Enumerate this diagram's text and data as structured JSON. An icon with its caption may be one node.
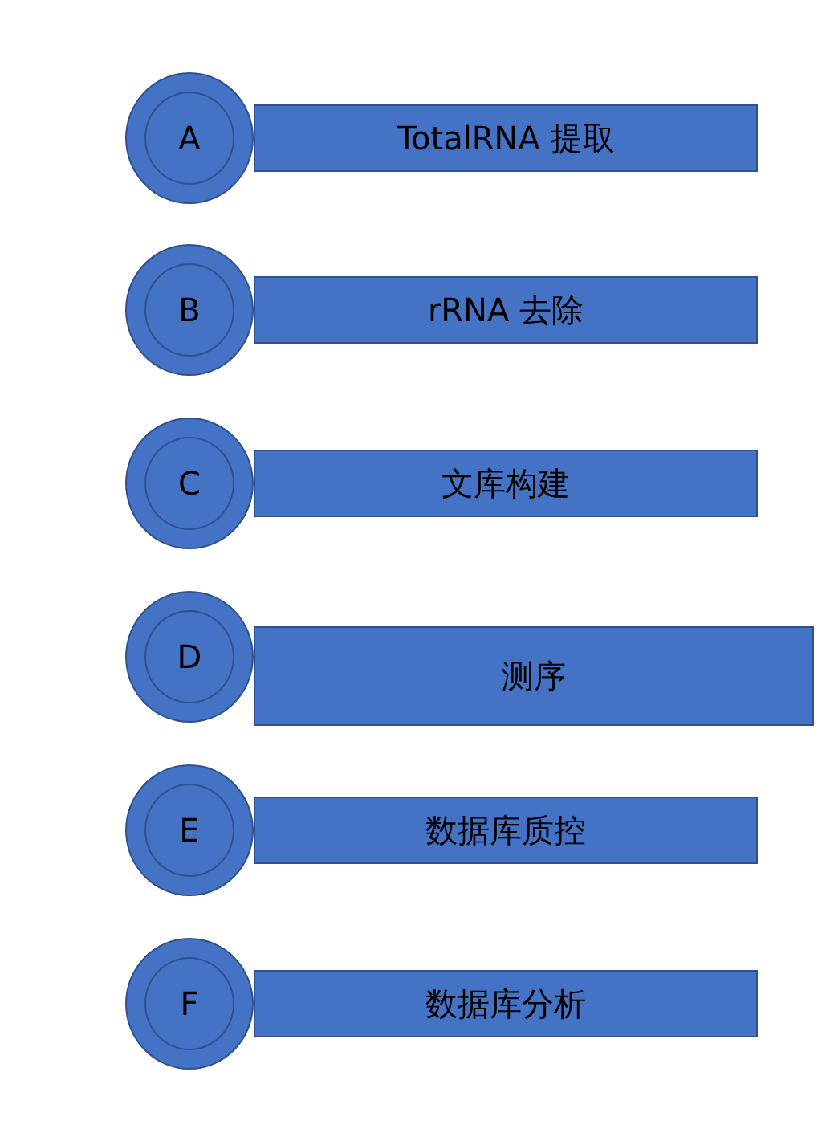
{
  "diagram": {
    "nodes": [
      {
        "text": [
          "A"
        ]
      },
      {
        "text": [
          "TotalRNA 提取"
        ]
      },
      {
        "text": [
          "B"
        ]
      },
      {
        "text": [
          "rRNA 去除"
        ]
      },
      {
        "text": [
          "C"
        ]
      },
      {
        "text": [
          "文库构建"
        ]
      },
      {
        "text": [
          "D"
        ]
      },
      {
        "text": [
          "测序"
        ]
      },
      {
        "text": [
          "E"
        ]
      },
      {
        "text": [
          "数据库质控"
        ]
      },
      {
        "text": [
          "F"
        ]
      },
      {
        "text": [
          "数据库分析"
        ]
      }
    ]
  }
}
